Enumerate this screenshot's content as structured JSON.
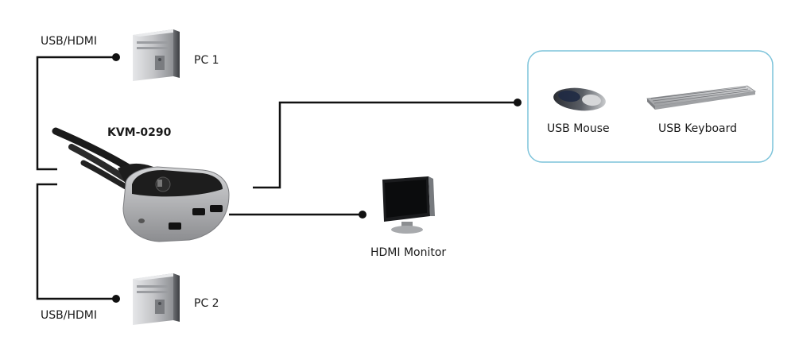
{
  "labels": {
    "pc1_cable": "USB/HDMI",
    "pc1": "PC 1",
    "kvm": "KVM-0290",
    "mouse": "USB Mouse",
    "keyboard": "USB Keyboard",
    "monitor": "HDMI Monitor",
    "pc2_cable": "USB/HDMI",
    "pc2": "PC 2"
  },
  "colors": {
    "line": "#111111",
    "peripheral_box_border": "#7cc3da",
    "tower_body": "#c6c7c9",
    "kvm_body": "#b5b6b8",
    "kvm_top": "#1d1d1d"
  },
  "icons": [
    "pc-tower-icon",
    "kvm-switch-icon",
    "mouse-icon",
    "keyboard-icon",
    "monitor-icon"
  ]
}
